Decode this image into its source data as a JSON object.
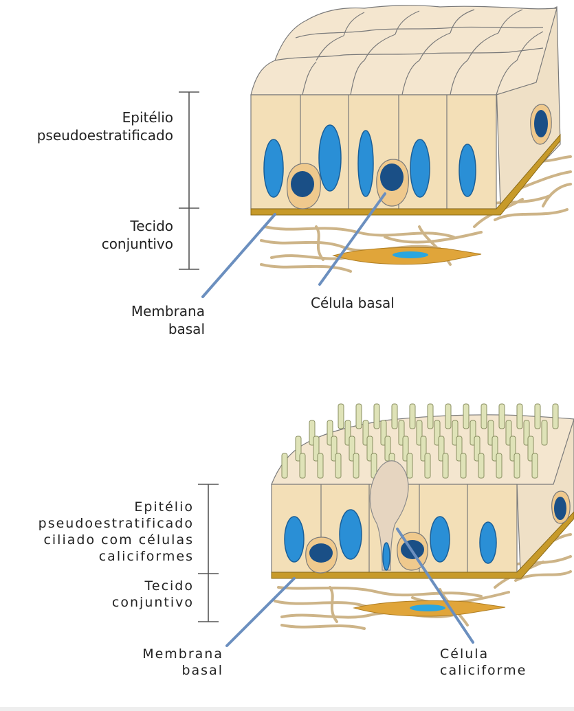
{
  "diagram_top": {
    "region_label": "Epitélio\npseudoestratificado",
    "tissue_label": "Tecido\nconjuntivo",
    "membrane_label": "Membrana\nbasal",
    "cell_label": "Célula basal"
  },
  "diagram_bottom": {
    "region_label": "Epitélio\npseudoestratificado\nciliado com células\ncaliciformes",
    "tissue_label": "Tecido\nconjuntivo",
    "membrane_label": "Membrana\nbasal",
    "cell_label": "Célula\ncaliciforme"
  },
  "colors": {
    "cell_fill": "#f3dfb7",
    "cell_top": "#f4e6cf",
    "cell_outline": "#7a7a7a",
    "basal_membrane": "#c79a2a",
    "nucleus": "#2a8fd6",
    "basal_nucleus": "#1a4f86",
    "fibers": "#cdb488",
    "fibroblast": "#e0a53a",
    "pointer": "#6b8fbf"
  }
}
